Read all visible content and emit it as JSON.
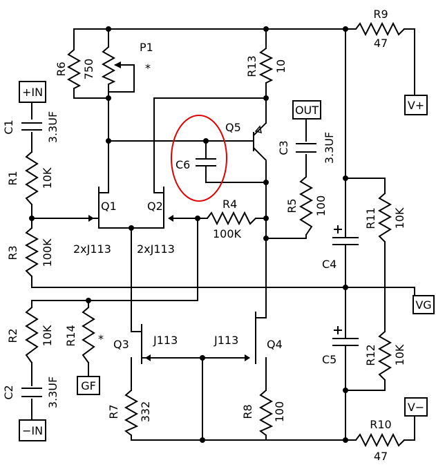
{
  "components": [
    {
      "id": "R6",
      "value": "750"
    },
    {
      "id": "P1",
      "value": ""
    },
    {
      "id": "R13",
      "value": "10"
    },
    {
      "id": "R9",
      "value": "47"
    },
    {
      "id": "C1",
      "value": "3.3UF"
    },
    {
      "id": "R1",
      "value": "10K"
    },
    {
      "id": "R3",
      "value": "100K"
    },
    {
      "id": "Q1",
      "value": "2xJ113"
    },
    {
      "id": "Q2",
      "value": "2xJ113"
    },
    {
      "id": "Q5",
      "value": ""
    },
    {
      "id": "C6",
      "value": ""
    },
    {
      "id": "R4",
      "value": "100K"
    },
    {
      "id": "C3",
      "value": "3.3UF"
    },
    {
      "id": "R5",
      "value": "100"
    },
    {
      "id": "C4",
      "value": ""
    },
    {
      "id": "R11",
      "value": "10K"
    },
    {
      "id": "C5",
      "value": ""
    },
    {
      "id": "R12",
      "value": "10K"
    },
    {
      "id": "R2",
      "value": "10K"
    },
    {
      "id": "R14",
      "value": ""
    },
    {
      "id": "C2",
      "value": "3.3UF"
    },
    {
      "id": "Q3",
      "value": "J113"
    },
    {
      "id": "Q4",
      "value": "J113"
    },
    {
      "id": "R7",
      "value": "332"
    },
    {
      "id": "R8",
      "value": "100"
    },
    {
      "id": "R10",
      "value": "47"
    }
  ],
  "ports": {
    "in_plus": "+IN",
    "in_minus": "−IN",
    "out": "OUT",
    "v_plus": "V+",
    "v_minus": "V−",
    "vg": "VG",
    "gf": "GF"
  },
  "marks": {
    "select_note_p1": "*",
    "select_note_r14": "*"
  },
  "highlight": {
    "target": "C6",
    "color": "#e00000"
  }
}
